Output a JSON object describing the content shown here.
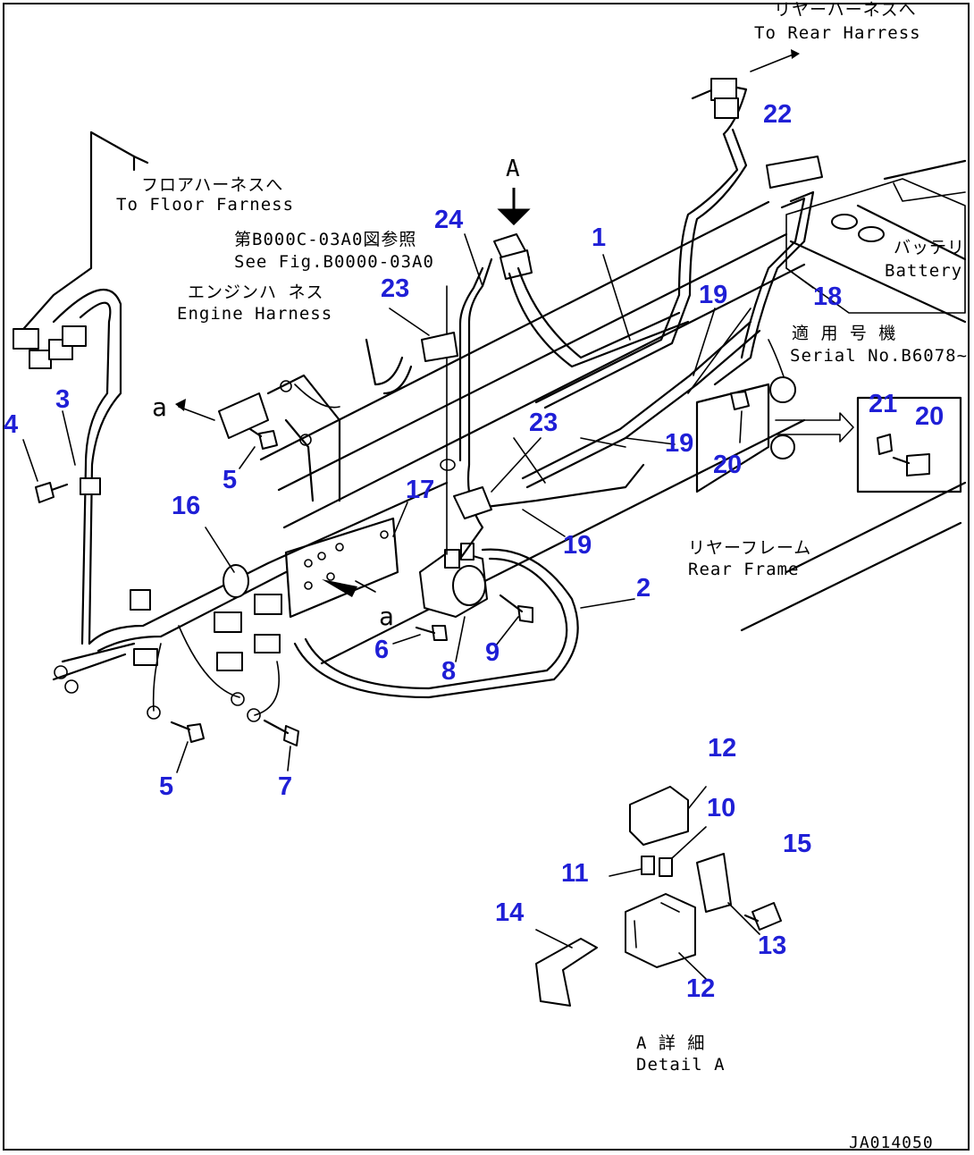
{
  "colors": {
    "callout": "#1f1fd6",
    "line": "#000000",
    "background": "#ffffff"
  },
  "labels": {
    "rear_harness_jp": "リヤーハーネスへ",
    "rear_harness_en": "To Rear Harress",
    "floor_harness_jp": "フロアハーネスへ",
    "floor_harness_en": "To Floor Farness",
    "fig_ref_jp": "第B000C-03A0図参照",
    "fig_ref_en": "See Fig.B0000-03A0",
    "engine_harness_jp": "エンジンハ ネス",
    "engine_harness_en": "Engine Harness",
    "battery_jp": "バッテリ",
    "battery_en": "Battery",
    "serial_jp": "適 用 号 機",
    "serial_en": "Serial No.B6078~",
    "rear_frame_jp": "リヤーフレーム",
    "rear_frame_en": "Rear Frame",
    "view_a": "A",
    "ref_a1": "a",
    "ref_a2": "a",
    "detail_jp": "A 詳 細",
    "detail_en": "Detail A",
    "drawing_id": "JA014050"
  },
  "callouts": [
    {
      "id": "c22",
      "text": "22"
    },
    {
      "id": "c24",
      "text": "24"
    },
    {
      "id": "c1",
      "text": "1"
    },
    {
      "id": "c23a",
      "text": "23"
    },
    {
      "id": "c19a",
      "text": "19"
    },
    {
      "id": "c18",
      "text": "18"
    },
    {
      "id": "c3",
      "text": "3"
    },
    {
      "id": "c4",
      "text": "4"
    },
    {
      "id": "c5a",
      "text": "5"
    },
    {
      "id": "c16",
      "text": "16"
    },
    {
      "id": "c17",
      "text": "17"
    },
    {
      "id": "c23b",
      "text": "23"
    },
    {
      "id": "c19b",
      "text": "19"
    },
    {
      "id": "c21",
      "text": "21"
    },
    {
      "id": "c20a",
      "text": "20"
    },
    {
      "id": "c20b",
      "text": "20"
    },
    {
      "id": "c19c",
      "text": "19"
    },
    {
      "id": "c2",
      "text": "2"
    },
    {
      "id": "c6",
      "text": "6"
    },
    {
      "id": "c8",
      "text": "8"
    },
    {
      "id": "c9",
      "text": "9"
    },
    {
      "id": "c5b",
      "text": "5"
    },
    {
      "id": "c7",
      "text": "7"
    },
    {
      "id": "c12a",
      "text": "12"
    },
    {
      "id": "c10",
      "text": "10"
    },
    {
      "id": "c15",
      "text": "15"
    },
    {
      "id": "c11",
      "text": "11"
    },
    {
      "id": "c14",
      "text": "14"
    },
    {
      "id": "c13",
      "text": "13"
    },
    {
      "id": "c12b",
      "text": "12"
    }
  ]
}
